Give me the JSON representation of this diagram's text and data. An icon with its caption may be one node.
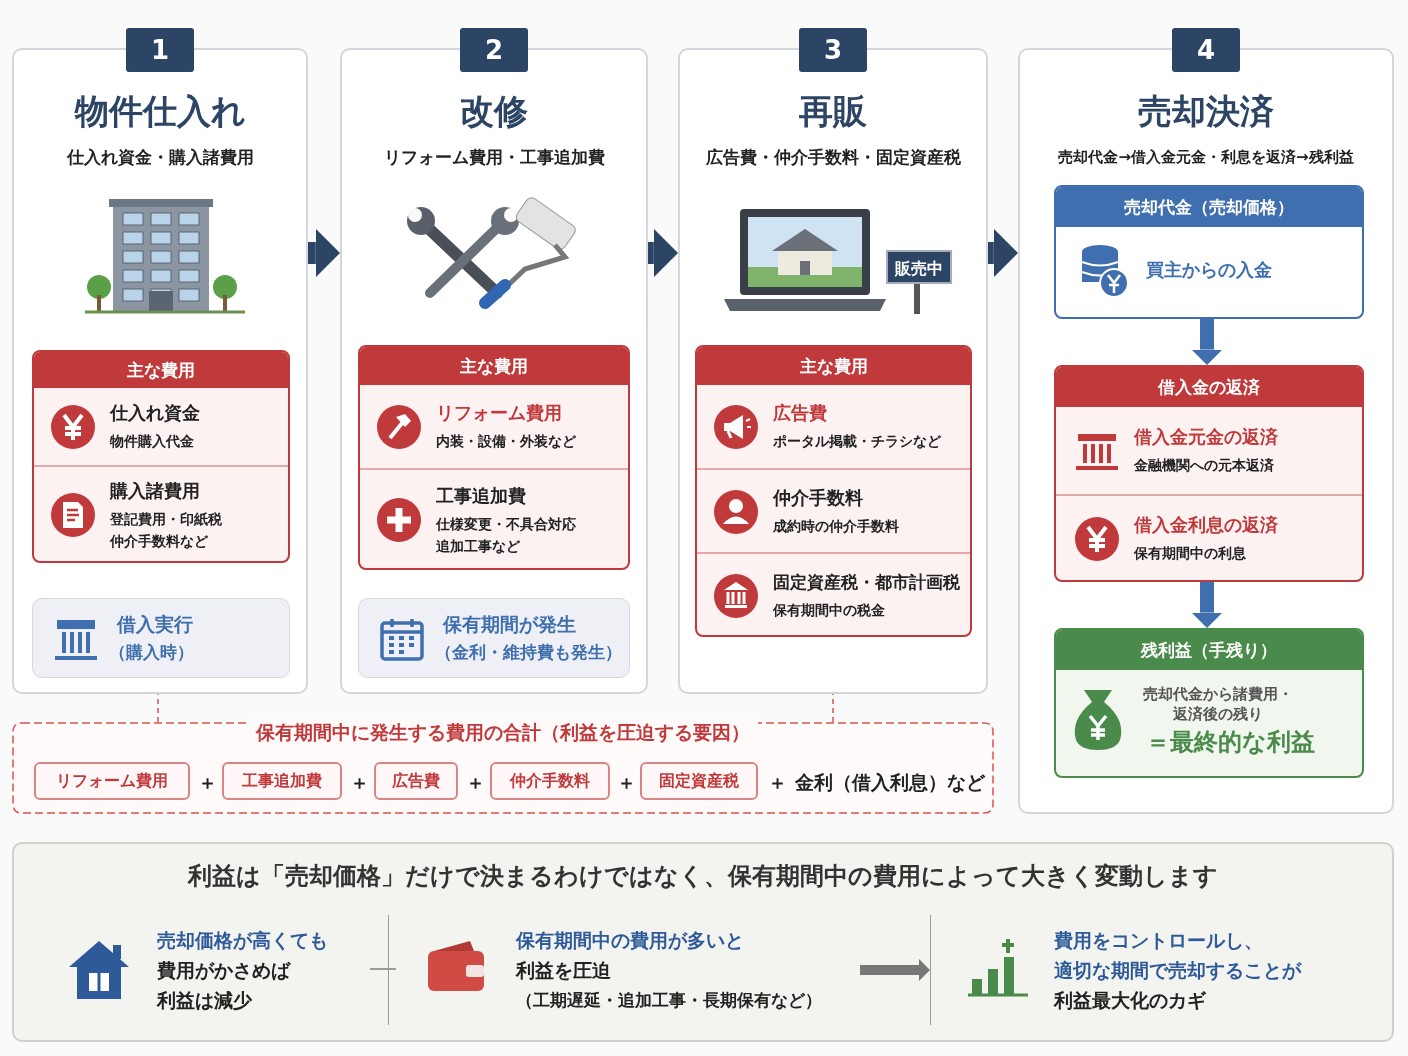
{
  "diagram": {
    "nodes": [
      {
        "text": [
          "1",
          "物件仕入れ",
          "仕入れ資金・購入諸費用"
        ]
      },
      {
        "text": [
          "主な費用"
        ],
        "in": 0
      },
      {
        "text": [
          "仕入れ資金",
          "物件購入代金"
        ],
        "in": 1
      },
      {
        "text": [
          "購入諸費用",
          "登記費用・印紙税仲介手数料など"
        ],
        "in": 1
      },
      {
        "text": [
          "借入実行",
          "（購入時）"
        ],
        "in": 0
      },
      {
        "text": [
          "2",
          "改修",
          "リフォーム費用・工事追加費"
        ]
      },
      {
        "text": [
          "主な費用"
        ],
        "in": 5
      },
      {
        "text": [
          "リフォーム費用",
          "内装・設備・外装など"
        ],
        "in": 6
      },
      {
        "text": [
          "工事追加費",
          "仕様変更・不具合対応追加工事など"
        ],
        "in": 6
      },
      {
        "text": [
          "保有期間が発生",
          "（金利・維持費も発生）"
        ],
        "in": 5
      },
      {
        "text": [
          "3",
          "再販",
          "広告費・仲介手数料・固定資産税"
        ]
      },
      {
        "text": [
          "主な費用"
        ],
        "in": 10
      },
      {
        "text": [
          "広告費",
          "ポータル掲載・チラシなど"
        ],
        "in": 11
      },
      {
        "text": [
          "仲介手数料",
          "成約時の仲介手数料"
        ],
        "in": 11
      },
      {
        "text": [
          "固定資産税・都市計画税",
          "保有期間中の税金"
        ],
        "in": 11
      },
      {
        "text": [
          "4",
          "売却決済",
          "売却代金→借入金元金・利息を返済→残利益"
        ]
      },
      {
        "text": [
          "売却代金（売却価格）",
          "買主からの入金"
        ],
        "in": 15
      },
      {
        "text": [
          "借入金の返済"
        ],
        "in": 15
      },
      {
        "text": [
          "借入金元金の返済",
          "金融機関への元本返済"
        ],
        "in": 17
      },
      {
        "text": [
          "借入金利息の返済",
          "保有期間中の利息"
        ],
        "in": 17
      },
      {
        "text": [
          "残利益（手残り）",
          "売却代金から諸費用・返済後の残り",
          "＝最終的な利益"
        ],
        "in": 15
      },
      {
        "text": [
          "保有期間中に発生する費用の合計（利益を圧迫する要因）"
        ]
      },
      {
        "text": [
          "リフォーム費用"
        ],
        "in": 21
      },
      {
        "text": [
          "工事追加費"
        ],
        "in": 21
      },
      {
        "text": [
          "広告費"
        ],
        "in": 21
      },
      {
        "text": [
          "仲介手数料"
        ],
        "in": 21
      },
      {
        "text": [
          "固定資産税"
        ],
        "in": 21
      },
      {
        "text": [
          "利益は「売却価格」だけで決まるわけではなく、保有期間中の費用によって大きく変動します"
        ]
      },
      {
        "text": [
          "売却価格が高くても",
          "費用がかさめば利益は減少"
        ],
        "in": 27
      },
      {
        "text": [
          "保有期間中の費用が多いと",
          "利益を圧迫",
          "（工期遅延・追加工事・長期保有など）"
        ],
        "in": 27
      },
      {
        "text": [
          "費用をコントロールし、",
          "適切な期間で売却することが",
          "利益最大化のカギ"
        ],
        "in": 27
      }
    ],
    "edges": [
      {
        "from": 0,
        "to": 5,
        "arrow": "to"
      },
      {
        "from": 5,
        "to": 10,
        "arrow": "to"
      },
      {
        "from": 10,
        "to": 15,
        "arrow": "to"
      },
      {
        "from": 16,
        "to": 17,
        "arrow": "to",
        "color": "#3f6fae"
      },
      {
        "from": 17,
        "to": 20,
        "arrow": "to",
        "color": "#3f6fae"
      },
      {
        "from": 29,
        "to": 30,
        "arrow": "to",
        "color": "#777777"
      },
      {
        "from": 21,
        "to": 0,
        "arrow": "none",
        "style": "dashed",
        "color": "#d9534f"
      },
      {
        "from": 21,
        "to": 10,
        "arrow": "none",
        "style": "dashed",
        "color": "#d9534f"
      }
    ],
    "labels": [
      "販売中",
      "＋",
      "＋",
      "＋",
      "＋",
      "＋",
      "金利（借入利息）など"
    ]
  }
}
